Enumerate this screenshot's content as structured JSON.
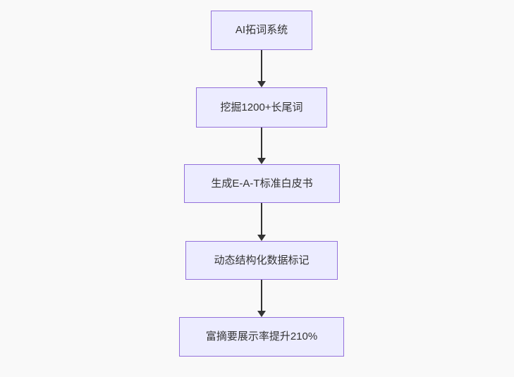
{
  "colors": {
    "background": "#f9f9f9",
    "node_fill": "#ECECFF",
    "node_border": "#9370DB",
    "arrow": "#333333",
    "text": "#333333"
  },
  "flowchart": {
    "type": "vertical-flow",
    "nodes": [
      {
        "label": "AI拓词系统"
      },
      {
        "label": "挖掘1200+长尾词"
      },
      {
        "label": "生成E-A-T标准白皮书"
      },
      {
        "label": "动态结构化数据标记"
      },
      {
        "label": "富摘要展示率提升210%"
      }
    ],
    "edges": [
      {
        "from": 0,
        "to": 1
      },
      {
        "from": 1,
        "to": 2
      },
      {
        "from": 2,
        "to": 3
      },
      {
        "from": 3,
        "to": 4
      }
    ]
  }
}
